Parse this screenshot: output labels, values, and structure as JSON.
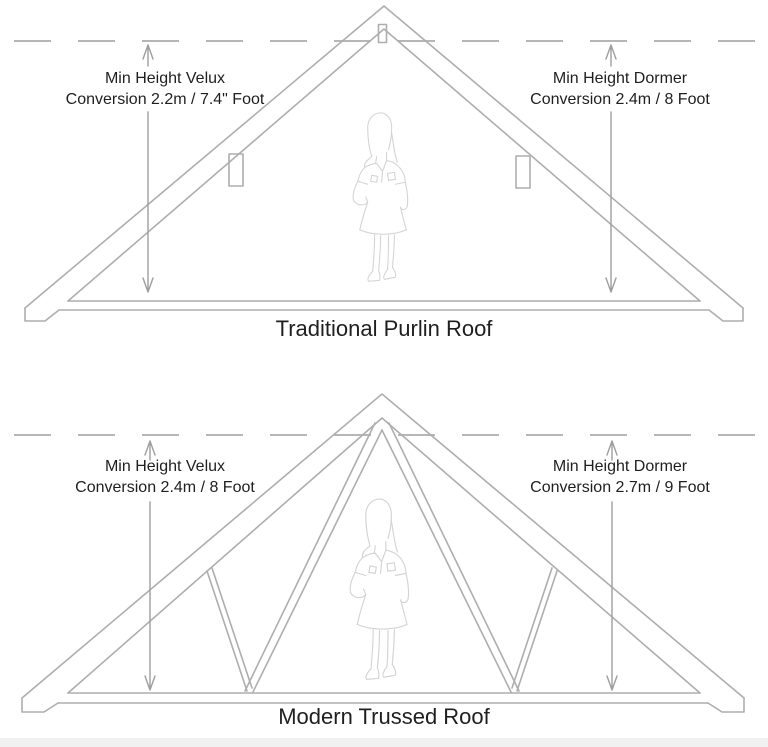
{
  "page": {
    "background": "#ffffff",
    "footer_strip_color": "#f1f1f1"
  },
  "drawing_colors": {
    "structure_line": "#aeaeae",
    "dashed_ceiling_line": "#b6b6b6",
    "dimension_arrow": "#9e9e9e",
    "person_outline": "#d4d4d4",
    "text": "#1f1f1f"
  },
  "diagrams": [
    {
      "id": "traditional-purlin-roof",
      "title": "Traditional Purlin Roof",
      "left_annotation": {
        "line1": "Min Height Velux",
        "line2": "Conversion 2.2m / 7.4\" Foot"
      },
      "right_annotation": {
        "line1": "Min Height Dormer",
        "line2": "Conversion 2.4m / 8 Foot"
      }
    },
    {
      "id": "modern-trussed-roof",
      "title": "Modern Trussed Roof",
      "left_annotation": {
        "line1": "Min Height Velux",
        "line2": "Conversion 2.4m / 8 Foot"
      },
      "right_annotation": {
        "line1": "Min Height Dormer",
        "line2": "Conversion 2.7m / 9 Foot"
      }
    }
  ]
}
